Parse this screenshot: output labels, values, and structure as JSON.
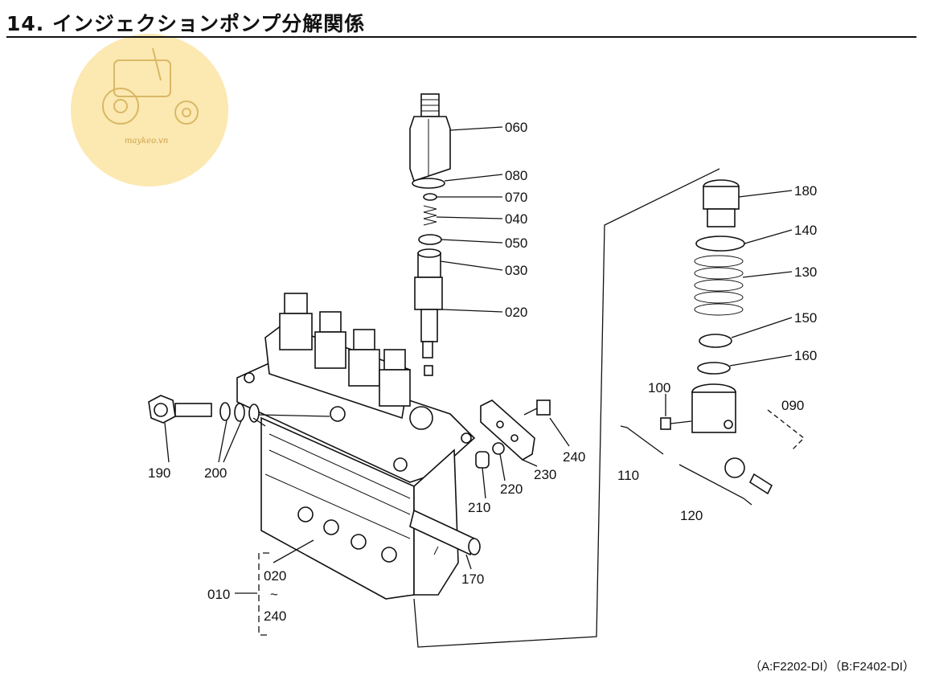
{
  "title": "14. インジェクションポンプ分解関係",
  "watermark": {
    "text": "maykeo.vn",
    "color": "#fbe4a3"
  },
  "callouts": {
    "c060": "060",
    "c080": "080",
    "c070": "070",
    "c040": "040",
    "c050": "050",
    "c030": "030",
    "c020": "020",
    "c180": "180",
    "c140": "140",
    "c130": "130",
    "c150": "150",
    "c160": "160",
    "c100": "100",
    "c090": "090",
    "c110": "110",
    "c120": "120",
    "c190": "190",
    "c200": "200",
    "c210": "210",
    "c220": "220",
    "c230": "230",
    "c240": "240",
    "c170": "170",
    "c010": "010",
    "range_from": "020",
    "range_tilde": "~",
    "range_to": "240"
  },
  "footer": "（A:F2202-DI）（B:F2402-DI）"
}
